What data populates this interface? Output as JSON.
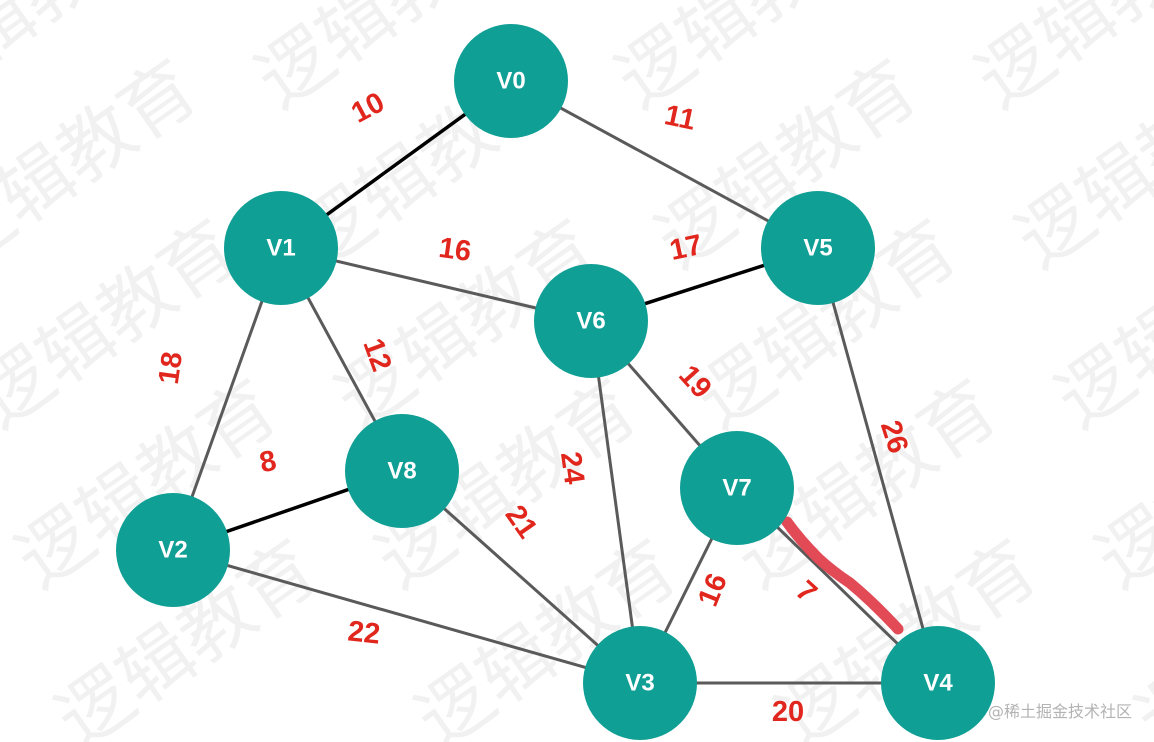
{
  "colors": {
    "node_fill": "#109f95",
    "node_text": "#ffffff",
    "edge_gray": "#5a5a5a",
    "edge_black": "#000000",
    "edge_highlight": "#e24a56",
    "weight_text": "#e0261d"
  },
  "nodes": [
    {
      "id": "V0",
      "label": "V0"
    },
    {
      "id": "V1",
      "label": "V1"
    },
    {
      "id": "V2",
      "label": "V2"
    },
    {
      "id": "V3",
      "label": "V3"
    },
    {
      "id": "V4",
      "label": "V4"
    },
    {
      "id": "V5",
      "label": "V5"
    },
    {
      "id": "V6",
      "label": "V6"
    },
    {
      "id": "V7",
      "label": "V7"
    },
    {
      "id": "V8",
      "label": "V8"
    }
  ],
  "edges": [
    {
      "from": "V0",
      "to": "V1",
      "weight": "10",
      "style": "black"
    },
    {
      "from": "V0",
      "to": "V5",
      "weight": "11",
      "style": "gray"
    },
    {
      "from": "V1",
      "to": "V6",
      "weight": "16",
      "style": "gray"
    },
    {
      "from": "V1",
      "to": "V2",
      "weight": "18",
      "style": "gray"
    },
    {
      "from": "V1",
      "to": "V8",
      "weight": "12",
      "style": "gray"
    },
    {
      "from": "V5",
      "to": "V6",
      "weight": "17",
      "style": "black"
    },
    {
      "from": "V5",
      "to": "V4",
      "weight": "26",
      "style": "gray"
    },
    {
      "from": "V6",
      "to": "V7",
      "weight": "19",
      "style": "gray"
    },
    {
      "from": "V6",
      "to": "V3",
      "weight": "24",
      "style": "gray"
    },
    {
      "from": "V2",
      "to": "V8",
      "weight": "8",
      "style": "black"
    },
    {
      "from": "V2",
      "to": "V3",
      "weight": "22",
      "style": "gray"
    },
    {
      "from": "V8",
      "to": "V3",
      "weight": "21",
      "style": "gray"
    },
    {
      "from": "V7",
      "to": "V3",
      "weight": "16",
      "style": "gray"
    },
    {
      "from": "V7",
      "to": "V4",
      "weight": "7",
      "style": "highlight"
    },
    {
      "from": "V3",
      "to": "V4",
      "weight": "20",
      "style": "gray"
    }
  ],
  "watermark": {
    "credit": "@稀土掘金技术社区",
    "background_text": "逻辑教育"
  }
}
